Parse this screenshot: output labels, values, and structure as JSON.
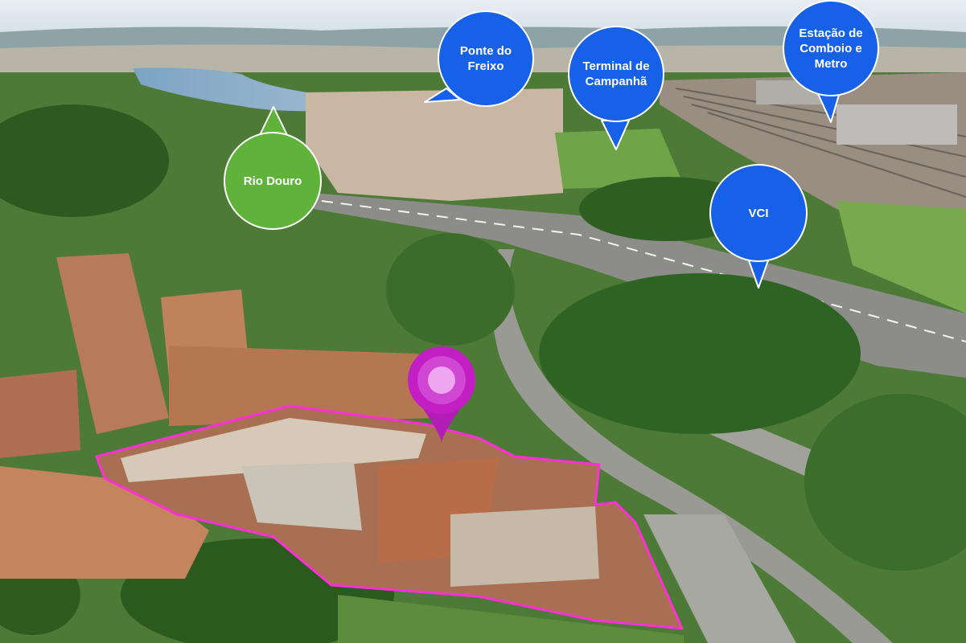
{
  "colors": {
    "pin_blue": "#1761e8",
    "pin_green": "#5fb33a",
    "marker_magenta": "#c21ec4",
    "outline_magenta": "#ff2fd8"
  },
  "labels": {
    "ponte": "Ponte do\nFreixo",
    "terminal": "Terminal de\nCampanhã",
    "estacao": "Estação de\nComboio e\nMetro",
    "rio": "Rio Douro",
    "vci": "VCI"
  },
  "icons": {
    "location_marker": "map-pin-icon"
  }
}
